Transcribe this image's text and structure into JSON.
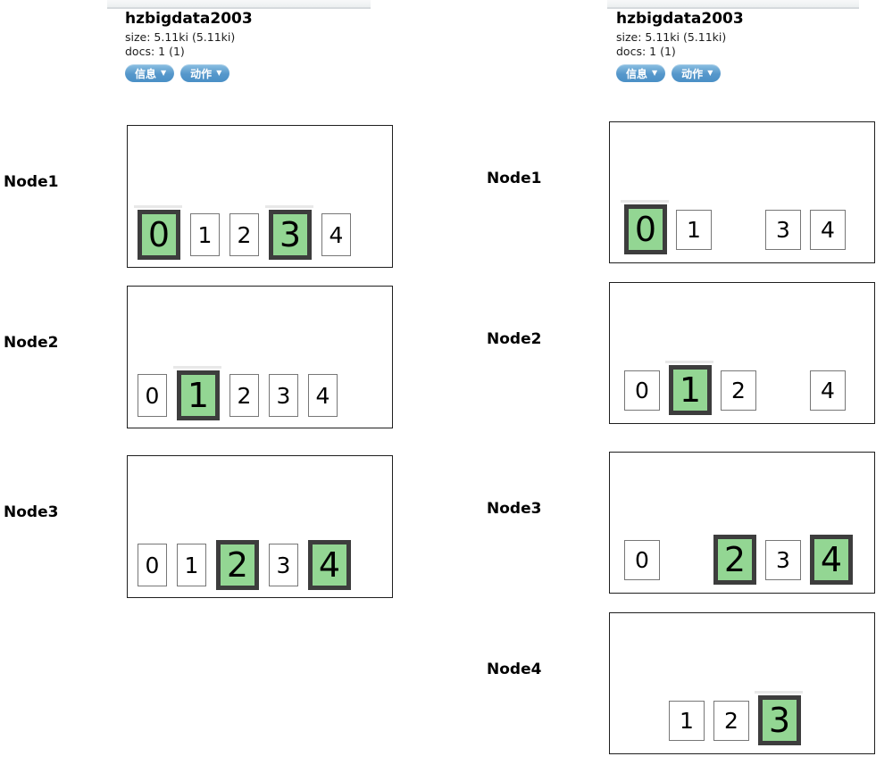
{
  "colors": {
    "primary_shard_fill": "#93d693",
    "primary_shard_border": "#3d3d3d",
    "replica_shard_border": "#777777",
    "node_box_border": "#1f1f1f",
    "button_blue_top": "#8dc0e2",
    "button_blue_bottom": "#4a90c6",
    "marker_line": "#e8e8e8",
    "toolbar_edge_fill": "#eceff0"
  },
  "columns": [
    {
      "header": {
        "title": "hzbigdata2003",
        "size_line": "size: 5.11ki (5.11ki)",
        "docs_line": "docs: 1 (1)",
        "buttons": [
          {
            "label": "信息",
            "caret": "▼"
          },
          {
            "label": "动作",
            "caret": "▼"
          }
        ]
      },
      "nodes": [
        {
          "label": "Node1",
          "shards": [
            {
              "num": "0",
              "type": "primary",
              "marked": true
            },
            {
              "num": "1",
              "type": "replica"
            },
            {
              "num": "2",
              "type": "replica"
            },
            {
              "num": "3",
              "type": "primary",
              "marked": true
            },
            {
              "num": "4",
              "type": "replica"
            }
          ]
        },
        {
          "label": "Node2",
          "shards": [
            {
              "num": "0",
              "type": "replica"
            },
            {
              "num": "1",
              "type": "primary",
              "marked": true
            },
            {
              "num": "2",
              "type": "replica"
            },
            {
              "num": "3",
              "type": "replica"
            },
            {
              "num": "4",
              "type": "replica"
            }
          ]
        },
        {
          "label": "Node3",
          "shards": [
            {
              "num": "0",
              "type": "replica"
            },
            {
              "num": "1",
              "type": "replica"
            },
            {
              "num": "2",
              "type": "primary"
            },
            {
              "num": "3",
              "type": "replica"
            },
            {
              "num": "4",
              "type": "primary"
            }
          ]
        }
      ]
    },
    {
      "header": {
        "title": "hzbigdata2003",
        "size_line": "size: 5.11ki (5.11ki)",
        "docs_line": "docs: 1 (1)",
        "buttons": [
          {
            "label": "信息",
            "caret": "▼"
          },
          {
            "label": "动作",
            "caret": "▼"
          }
        ]
      },
      "nodes": [
        {
          "label": "Node1",
          "shards": [
            {
              "num": "0",
              "type": "primary",
              "marked": true
            },
            {
              "num": "1",
              "type": "replica"
            },
            {
              "type": "empty"
            },
            {
              "num": "3",
              "type": "replica"
            },
            {
              "num": "4",
              "type": "replica"
            }
          ]
        },
        {
          "label": "Node2",
          "shards": [
            {
              "num": "0",
              "type": "replica"
            },
            {
              "num": "1",
              "type": "primary",
              "marked": true
            },
            {
              "num": "2",
              "type": "replica"
            },
            {
              "type": "empty"
            },
            {
              "num": "4",
              "type": "replica"
            }
          ]
        },
        {
          "label": "Node3",
          "shards": [
            {
              "num": "0",
              "type": "replica"
            },
            {
              "type": "empty"
            },
            {
              "num": "2",
              "type": "primary"
            },
            {
              "num": "3",
              "type": "replica"
            },
            {
              "num": "4",
              "type": "primary"
            }
          ]
        },
        {
          "label": "Node4",
          "shards": [
            {
              "type": "empty"
            },
            {
              "num": "1",
              "type": "replica"
            },
            {
              "num": "2",
              "type": "replica"
            },
            {
              "num": "3",
              "type": "primary",
              "marked": true
            }
          ]
        }
      ]
    }
  ]
}
